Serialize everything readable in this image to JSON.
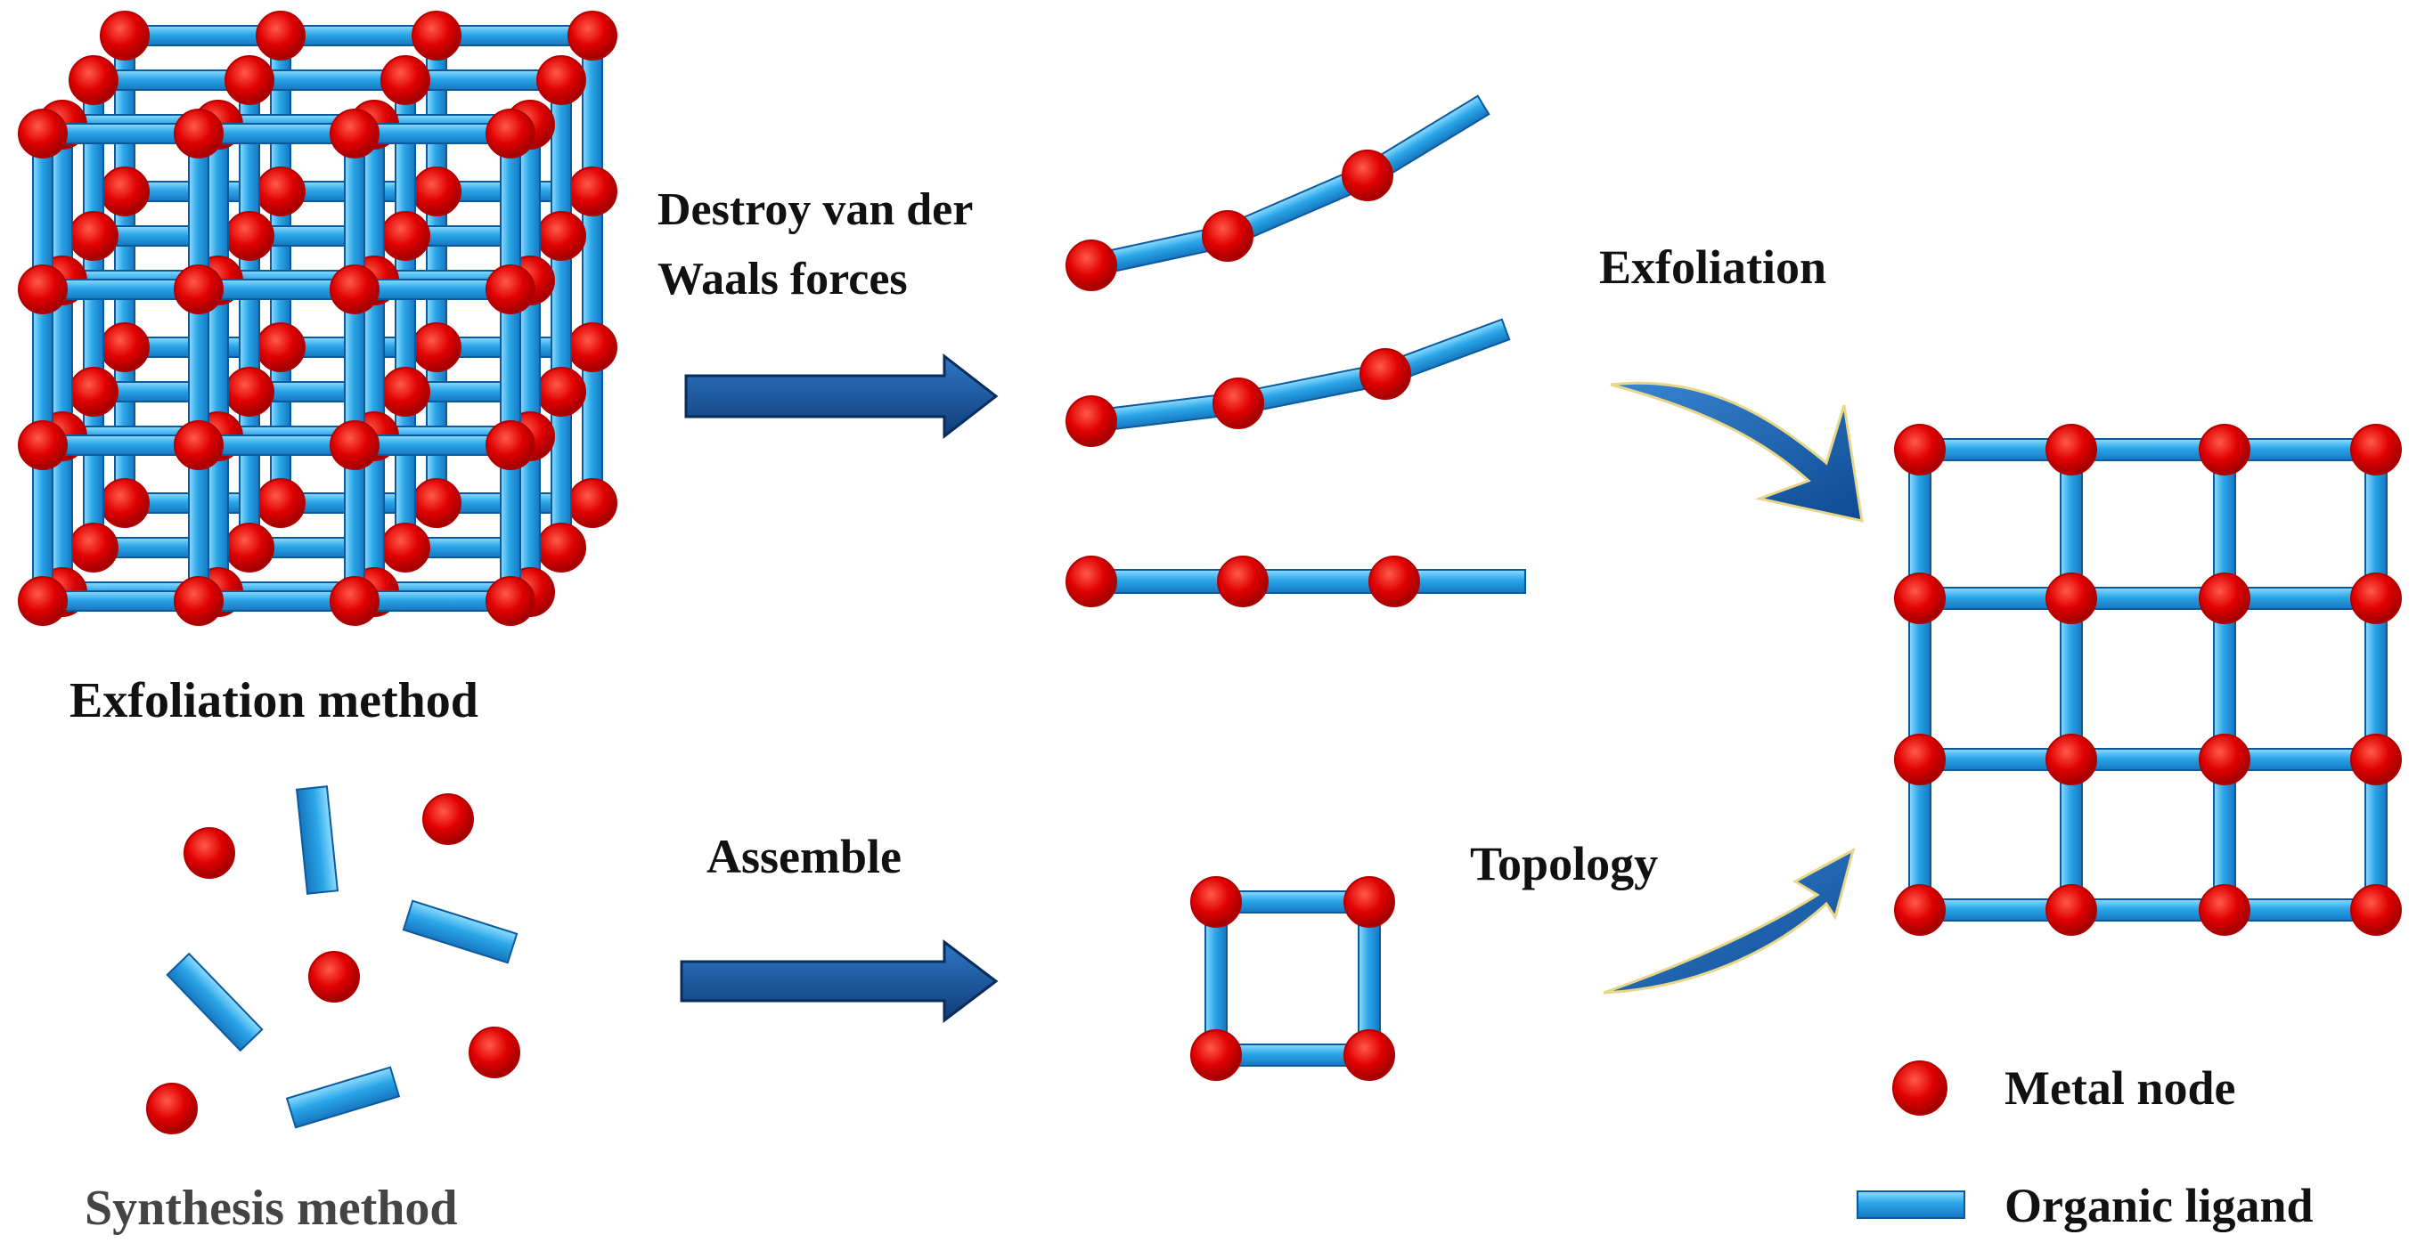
{
  "labels": {
    "exfoliation_method": "Exfoliation method",
    "synthesis_method": "Synthesis method",
    "destroy_line1": "Destroy van der",
    "destroy_line2": "Waals forces",
    "exfoliation": "Exfoliation",
    "assemble": "Assemble",
    "topology": "Topology"
  },
  "legend": {
    "metal_node": "Metal node",
    "organic_ligand": "Organic ligand"
  },
  "colors": {
    "node_fill": "#e00000",
    "node_edge": "#b30000",
    "ligand_fill": "#2aa6e8",
    "ligand_edge": "#0c5a9e",
    "arrow": "#1f5fa8",
    "arrow_dark": "#103a70",
    "text_black": "#111111",
    "text_gray": "#444444"
  }
}
